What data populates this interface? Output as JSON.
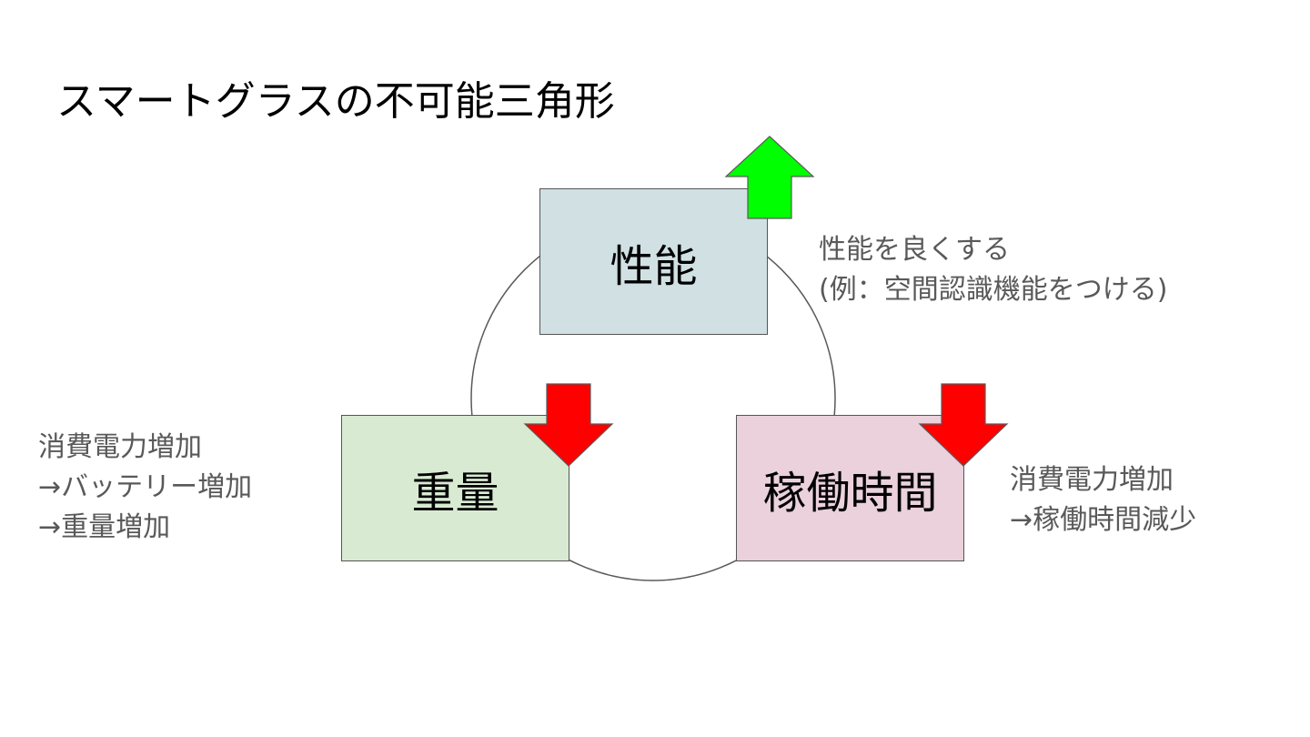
{
  "title": "スマートグラスの不可能三角形",
  "nodes": {
    "performance": {
      "label": "性能",
      "fill": "#d0e0e3",
      "trend": "up",
      "arrow_color": "#00ff00"
    },
    "weight": {
      "label": "重量",
      "fill": "#d9ead3",
      "trend": "down",
      "arrow_color": "#ff0000"
    },
    "runtime": {
      "label": "稼働時間",
      "fill": "#ead1dc",
      "trend": "down",
      "arrow_color": "#ff0000"
    }
  },
  "notes": {
    "performance": [
      "性能を良くする",
      "(例：空間認識機能をつける)"
    ],
    "weight": [
      "消費電力増加",
      "→バッテリー増加",
      "→重量増加"
    ],
    "runtime": [
      "消費電力増加",
      "→稼働時間減少"
    ]
  },
  "colors": {
    "border": "#555555",
    "circle": "#595959",
    "note_text": "#595959",
    "arrow_border": "#5a5a5a"
  }
}
